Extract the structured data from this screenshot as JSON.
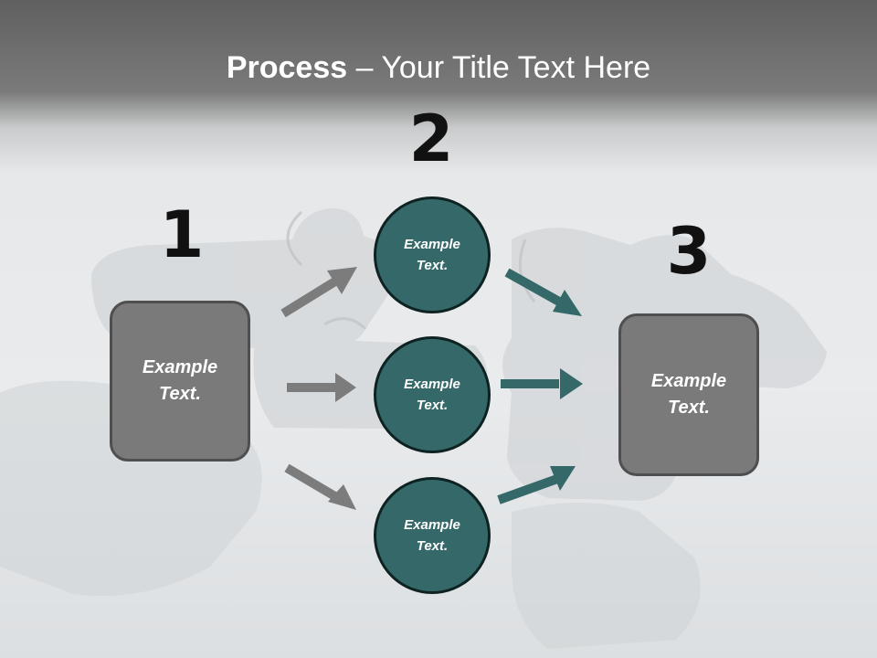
{
  "slide": {
    "title_bold": "Process",
    "title_rest": " – Your Title Text Here"
  },
  "steps": {
    "step1_number": "1",
    "step2_number": "2",
    "step3_number": "3"
  },
  "left_box": {
    "text": "Example\nText."
  },
  "circles": [
    {
      "text": "Example\nText."
    },
    {
      "text": "Example\nText."
    },
    {
      "text": "Example\nText."
    }
  ],
  "right_box": {
    "text": "Example\nText."
  },
  "colors": {
    "header": "#606060",
    "box_fill": "#7a7a7a",
    "circle_fill": "#356969",
    "gray_arrow": "#7c7c7c",
    "teal_arrow": "#356969"
  }
}
